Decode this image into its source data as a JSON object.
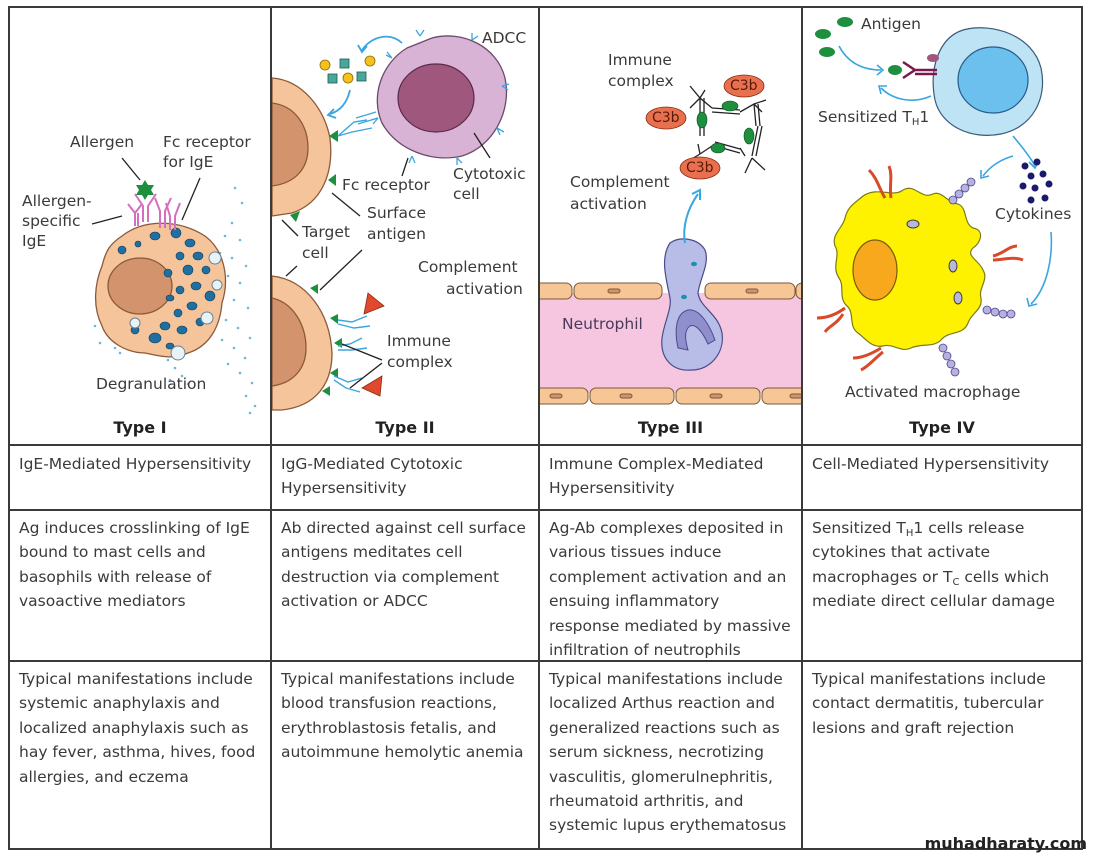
{
  "panels": [
    {
      "type_label": "Type I",
      "labels": {
        "allergen": "Allergen",
        "fc_receptor": "Fc receptor",
        "fc_receptor_2": "for IgE",
        "allergen_specific_1": "Allergen-",
        "allergen_specific_2": "specific",
        "allergen_specific_3": "IgE",
        "degranulation": "Degranulation"
      }
    },
    {
      "type_label": "Type II",
      "labels": {
        "adcc": "ADCC",
        "fc_receptor": "Fc receptor",
        "cytotoxic_1": "Cytotoxic",
        "cytotoxic_2": "cell",
        "surface_1": "Surface",
        "surface_2": "antigen",
        "target_1": "Target",
        "target_2": "cell",
        "complement_1": "Complement",
        "complement_2": "activation",
        "immune_1": "Immune",
        "immune_2": "complex"
      }
    },
    {
      "type_label": "Type III",
      "labels": {
        "immune_1": "Immune",
        "immune_2": "complex",
        "c3b": "C3b",
        "complement_1": "Complement",
        "complement_2": "activation",
        "neutrophil": "Neutrophil"
      }
    },
    {
      "type_label": "Type IV",
      "labels": {
        "antigen": "Antigen",
        "sensitized": "Sensitized T",
        "sensitized_sub": "H",
        "sensitized_suffix": "1",
        "cytokines": "Cytokines",
        "macrophage": "Activated macrophage"
      }
    }
  ],
  "rows": {
    "names": [
      "IgE-Mediated Hypersensitivity",
      "IgG-Mediated Cytotoxic Hypersensitivity",
      "Immune Complex-Mediated Hypersensitivity",
      "Cell-Mediated Hypersensitivity"
    ],
    "mechanisms": [
      "Ag induces crosslinking of IgE bound to mast cells and basophils with release of vasoactive mediators",
      "Ab directed against cell surface antigens meditates cell destruction via complement activation or ADCC",
      "Ag-Ab complexes deposited in various tissues induce complement activation and an ensuing inflammatory response mediated by massive infiltration of neutrophils",
      {
        "p1": "Sensitized T",
        "sub1": "H",
        "p2": "1 cells release cytokines that activate macrophages or T",
        "sub2": "C",
        "p3": " cells which mediate direct cellular damage"
      }
    ],
    "manifestations": [
      "Typical manifestations include systemic anaphylaxis and localized anaphylaxis such as hay fever, asthma, hives, food allergies, and eczema",
      "Typical manifestations include blood transfusion reactions, erythroblastosis fetalis, and autoimmune hemolytic anemia",
      "Typical manifestations include localized Arthus reaction and generalized reactions such as serum sickness, necrotizing vasculitis, glomerulnephritis, rheumatoid arthritis, and systemic lupus erythematosus",
      "Typical manifestations include contact dermatitis, tubercular lesions and graft rejection"
    ]
  },
  "watermark": "muhadharaty.com",
  "colors": {
    "border": "#3a3a3a",
    "mast_cell": "#f5c49a",
    "nucleus": "#d3946d",
    "granule": "#1f6fa0",
    "allergen": "#1e8f3e",
    "ige": "#d46fbf",
    "cytotoxic_cell": "#d9b3d6",
    "cytotoxic_nucleus": "#a0577e",
    "antibody_blue": "#3aa6df",
    "complement_red": "#e0492d",
    "c3b": "#e8704f",
    "vessel_pink": "#f6c6e0",
    "endothelium": "#f6c697",
    "neutrophil": "#b8bde8",
    "th1_cell": "#bde3f5",
    "th1_nucleus": "#6cc0ee",
    "macrophage": "#fff200",
    "macrophage_nucleus": "#f7a81c",
    "cytokine": "#1a1a6a"
  }
}
